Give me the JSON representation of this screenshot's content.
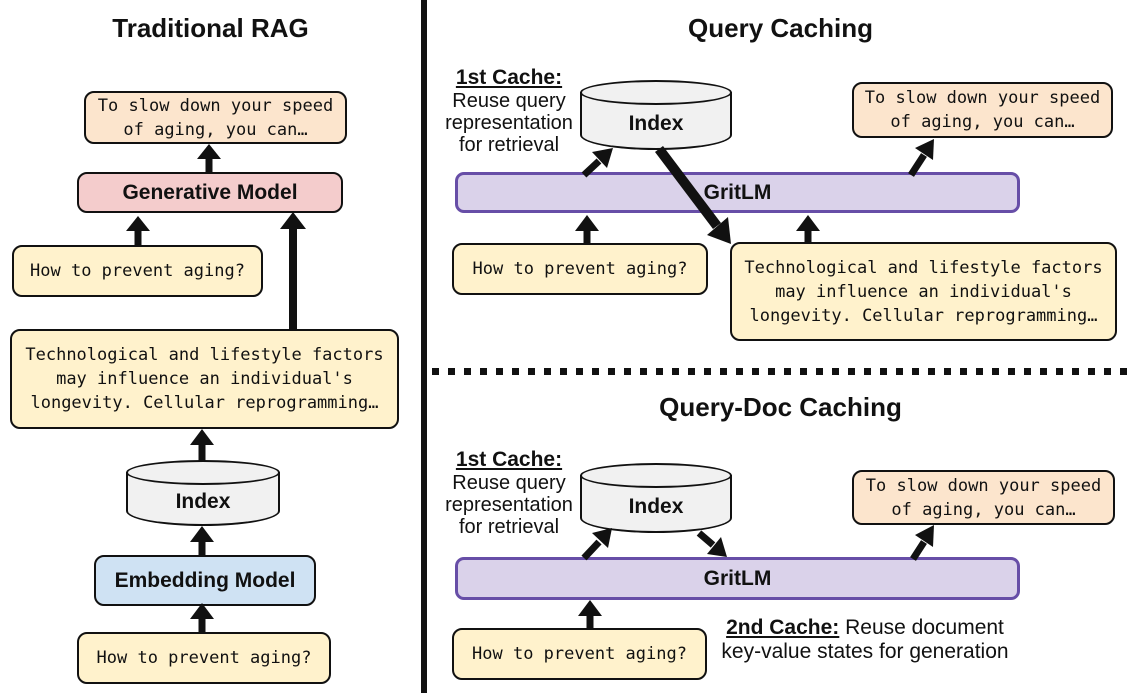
{
  "colors": {
    "yellow": "#FFF2CC",
    "orange": "#FCE5CD",
    "pink": "#F4CCCC",
    "blue": "#CFE2F3",
    "purple": "#DAD2EA",
    "purple-border": "#674EA7",
    "grey": "#F1F1F1"
  },
  "left_panel": {
    "title": "Traditional RAG",
    "answer_box": "To slow down your speed\nof aging, you can…",
    "generative_model_label": "Generative Model",
    "query_box": "How to prevent aging?",
    "document_box": "Technological and lifestyle factors\nmay influence an individual's\nlongevity. Cellular reprogramming…",
    "index_label": "Index",
    "embedding_model_label": "Embedding Model",
    "query_box_bottom": "How to prevent aging?"
  },
  "query_caching_panel": {
    "title": "Query Caching",
    "cache_note_label": "1st Cache:",
    "cache_note_text": "Reuse query\nrepresentation\nfor retrieval",
    "index_label": "Index",
    "answer_box": "To slow down your speed\nof aging, you can…",
    "gritlm_label": "GritLM",
    "query_box": "How to prevent aging?",
    "document_box": "Technological and lifestyle factors\nmay influence an individual's\nlongevity. Cellular reprogramming…"
  },
  "query_doc_caching_panel": {
    "title": "Query-Doc Caching",
    "cache_note_label": "1st Cache:",
    "cache_note_text": "Reuse query\nrepresentation\nfor retrieval",
    "index_label": "Index",
    "answer_box": "To slow down your speed\nof aging, you can…",
    "gritlm_label": "GritLM",
    "query_box": "How to prevent aging?",
    "cache2_label": "2nd Cache:",
    "cache2_text": " Reuse document\nkey-value states for generation"
  }
}
